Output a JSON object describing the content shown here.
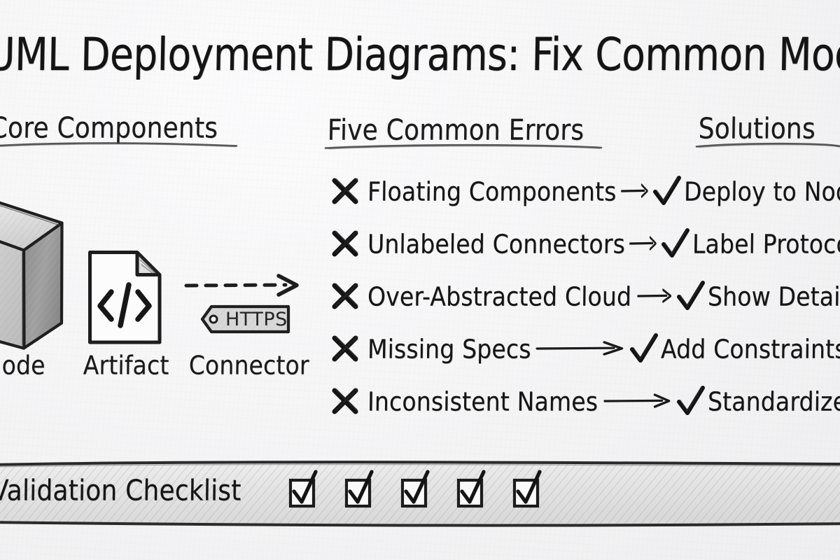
{
  "title": "UML Deployment Diagrams: Fix Common Modeling Errors",
  "background_color": "#f5f5f6",
  "ink_color": "#191919",
  "sections": {
    "core": {
      "heading": "Core Components"
    },
    "errors": {
      "heading": "Five Common Errors"
    },
    "solutions": {
      "heading": "Solutions"
    }
  },
  "core_components": [
    {
      "icon": "node-cube-icon",
      "label": "Node"
    },
    {
      "icon": "artifact-document-code-icon",
      "label": "Artifact"
    },
    {
      "icon": "connector-dashed-arrow-icon",
      "label": "Connector",
      "tag": "HTTPS"
    }
  ],
  "error_rows": [
    {
      "error_icon": "x-icon",
      "error": "Floating Components",
      "arrow_icon": "arrow-right-icon",
      "solution_icon": "check-icon",
      "solution": "Deploy to Nodes"
    },
    {
      "error_icon": "x-icon",
      "error": "Unlabeled Connectors",
      "arrow_icon": "arrow-right-icon",
      "solution_icon": "check-icon",
      "solution": "Label Protocols"
    },
    {
      "error_icon": "x-icon",
      "error": "Over-Abstracted Cloud",
      "arrow_icon": "arrow-right-icon",
      "solution_icon": "check-icon",
      "solution": "Show Detail"
    },
    {
      "error_icon": "x-icon",
      "error": "Missing Specs",
      "arrow_icon": "arrow-right-icon",
      "solution_icon": "check-icon",
      "solution": "Add Constraints"
    },
    {
      "error_icon": "x-icon",
      "error": "Inconsistent Names",
      "arrow_icon": "arrow-right-icon",
      "solution_icon": "check-icon",
      "solution": "Standardize"
    }
  ],
  "checklist": {
    "label": "Validation Checklist",
    "boxes": [
      {
        "icon": "checkbox-checked-icon",
        "checked": true
      },
      {
        "icon": "checkbox-checked-icon",
        "checked": true
      },
      {
        "icon": "checkbox-checked-icon",
        "checked": true
      },
      {
        "icon": "checkbox-checked-icon",
        "checked": true
      },
      {
        "icon": "checkbox-checked-icon",
        "checked": true
      }
    ],
    "checked_count": 5
  }
}
